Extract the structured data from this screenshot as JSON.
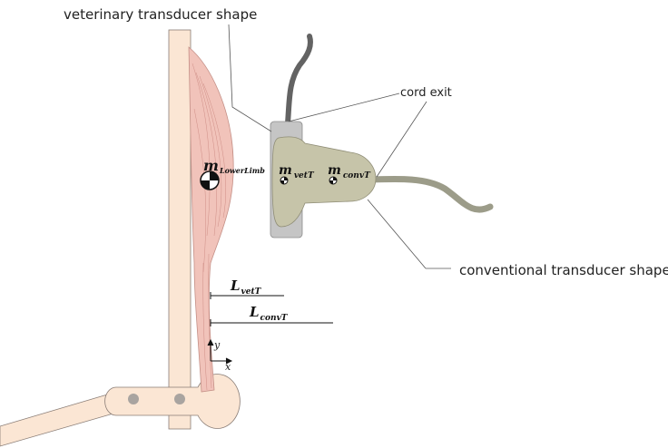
{
  "labels": {
    "vet_shape": "veterinary transducer shape",
    "cord_exit": "cord exit",
    "conv_shape": "conventional transducer shape"
  },
  "symbols": {
    "m": "m",
    "L": "L",
    "lower_limb_sub": "LowerLimb",
    "vetT_sub": "vetT",
    "convT_sub": "convT"
  },
  "axes": {
    "y": "y",
    "x": "x"
  },
  "colors": {
    "frame": "#fbe6d4",
    "frame_stroke": "#8a7d76",
    "muscle": "#f1c3ba",
    "conv_probe": "#c6c4a9",
    "vet_probe": "#c5c5c5",
    "cord_dark": "#636363",
    "cord_light": "#9c9c89"
  }
}
